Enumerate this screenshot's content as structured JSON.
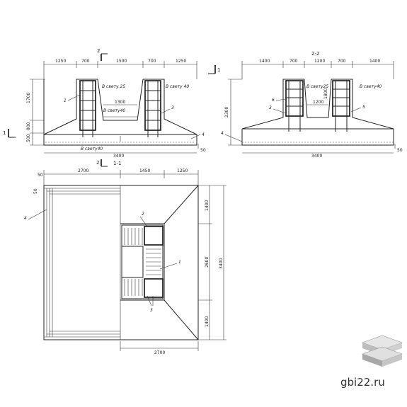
{
  "section_a": {
    "marker": "2",
    "dims_top": [
      "1250",
      "700",
      "1500",
      "700",
      "1250"
    ],
    "dim_left_upper": "1700",
    "dim_left_middle": "800",
    "dim_left_lower": "500",
    "dim_bottom": "3400",
    "dim_small_right": "50",
    "inner_dim": "1300",
    "callout_1": "1",
    "callout_3": "3",
    "callout_4": "4",
    "note_clear_25": "В свету 25",
    "note_clear_40": "В свету 40",
    "note_clear_40_inner": "В свету40",
    "note_bottom": "В свету40",
    "cut_mark_left": "1",
    "cut_mark_right": "1",
    "section_title": "1-1",
    "marker_bottom": "2"
  },
  "section_b": {
    "title": "2-2",
    "dims_top": [
      "1400",
      "700",
      "1200",
      "700",
      "1400"
    ],
    "dim_left": "2300",
    "dim_bottom": "3400",
    "dim_small_right": "50",
    "inner_dim": "1200",
    "inner_vertical": "1800",
    "callout_6": "6",
    "callout_3": "3",
    "callout_4": "4",
    "callout_5": "5",
    "note_clear_25": "В свету25",
    "note_clear_40": "В свету40"
  },
  "plan": {
    "dims_top": [
      "2700",
      "1450",
      "1250"
    ],
    "dim_top_small": "50",
    "dim_left_small": "50",
    "callout_4": "4",
    "callout_2": "2",
    "callout_1": "1",
    "callout_3": "3",
    "dims_right": [
      "1400",
      "2600",
      "1400"
    ],
    "dim_right_total": "3400",
    "dim_bottom": "2700"
  },
  "watermark": {
    "text": "gbi22.ru"
  }
}
